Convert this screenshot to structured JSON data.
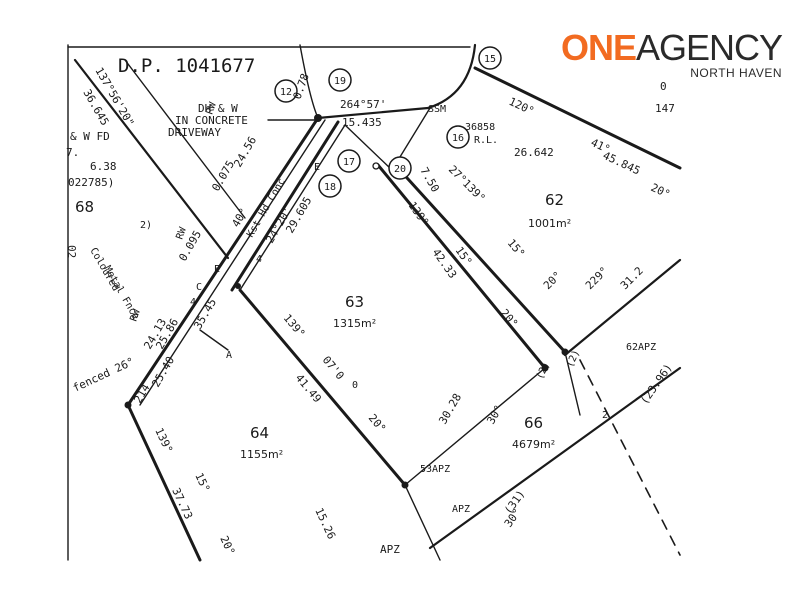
{
  "logo": {
    "part1": "ONE",
    "part2": "AGENCY",
    "sub": "NORTH HAVEN",
    "colors": {
      "one": "#f26b21",
      "agency": "#2a2a2a"
    }
  },
  "plan": {
    "dp": "D.P. 1041677",
    "lots": [
      {
        "number": "63",
        "area": "1315m²"
      },
      {
        "number": "64",
        "area": "1155m²"
      },
      {
        "number": "62",
        "area": "1001m²"
      },
      {
        "number": "66",
        "area": "4679m²"
      },
      {
        "number": "68"
      }
    ],
    "notes": {
      "dh": "DH & W",
      "concrete": "IN CONCRETE",
      "driveway": "DRIVEWAY",
      "ssm": "SSM",
      "ssm_no": "36858",
      "rl": "R.L.",
      "rl_value": "26.642",
      "colour1": "Coloured",
      "colour2": "Metal Fnce",
      "fenced": "fenced 26°",
      "w_fd": "& W FD",
      "w_fd_num": "022785)",
      "apz1": "53APZ",
      "apz2": "APZ",
      "apz3": "APZ",
      "apz4": "62APZ",
      "rw1": "RW",
      "rw2": "RW",
      "rw3": "RW",
      "e1": "E",
      "e2": "E",
      "c": "C",
      "a": "A",
      "num4a": "4",
      "num4b": "4",
      "num2": "2",
      "num0": "0",
      "num7": "7.",
      "num_lt2": "2)",
      "num_02": "02"
    },
    "markers": [
      "12",
      "19",
      "15",
      "16",
      "20",
      "17",
      "18"
    ],
    "dims": {
      "d_137": "137°56'20\"",
      "d_36645": "36.645",
      "d_638": "6.38",
      "d_264": "264°57'",
      "d_15435": "15.435",
      "d_120": "120°",
      "d_147": "147",
      "d_0": "0",
      "d_41": "41°",
      "d_45845": "45.845",
      "d_20a": "20°",
      "d_750": "7.50",
      "d_27139": "27°139°",
      "d_139a": "139°",
      "d_15a": "15°",
      "d_4233": "42.33",
      "d_20b": "20°",
      "d_15b": "15°",
      "d_20c": "20°",
      "d_229": "229°",
      "d_312": "31.2",
      "d_075": "0.075",
      "d_2456": "24.56",
      "d_40": "40°",
      "d_078": "0.78",
      "d_2920": "24°20'",
      "d_29605": "29.605",
      "d_0095": "0.095",
      "d_2413": "24.13",
      "d_2586": "25.86",
      "d_2540": "25.40",
      "d_214": "214",
      "d_3545": "35.45",
      "d_139b": "139°",
      "d_0700": "07'0",
      "d_4149": "41.49",
      "d_20d": "20°",
      "d_3028": "30.28",
      "d_30": "30°",
      "d_139c": "139°",
      "d_15c": "15°",
      "d_3773": "37.73",
      "d_20e": "20°",
      "d_1526": "15.26",
      "d_2a": "(2)",
      "d_2b": "(2)",
      "d_2c": "(2)",
      "d_2396": "(23.96)",
      "d_31": "(31)",
      "d_30b": "30°",
      "d_kstreet": "Kst Hd Conc"
    }
  }
}
